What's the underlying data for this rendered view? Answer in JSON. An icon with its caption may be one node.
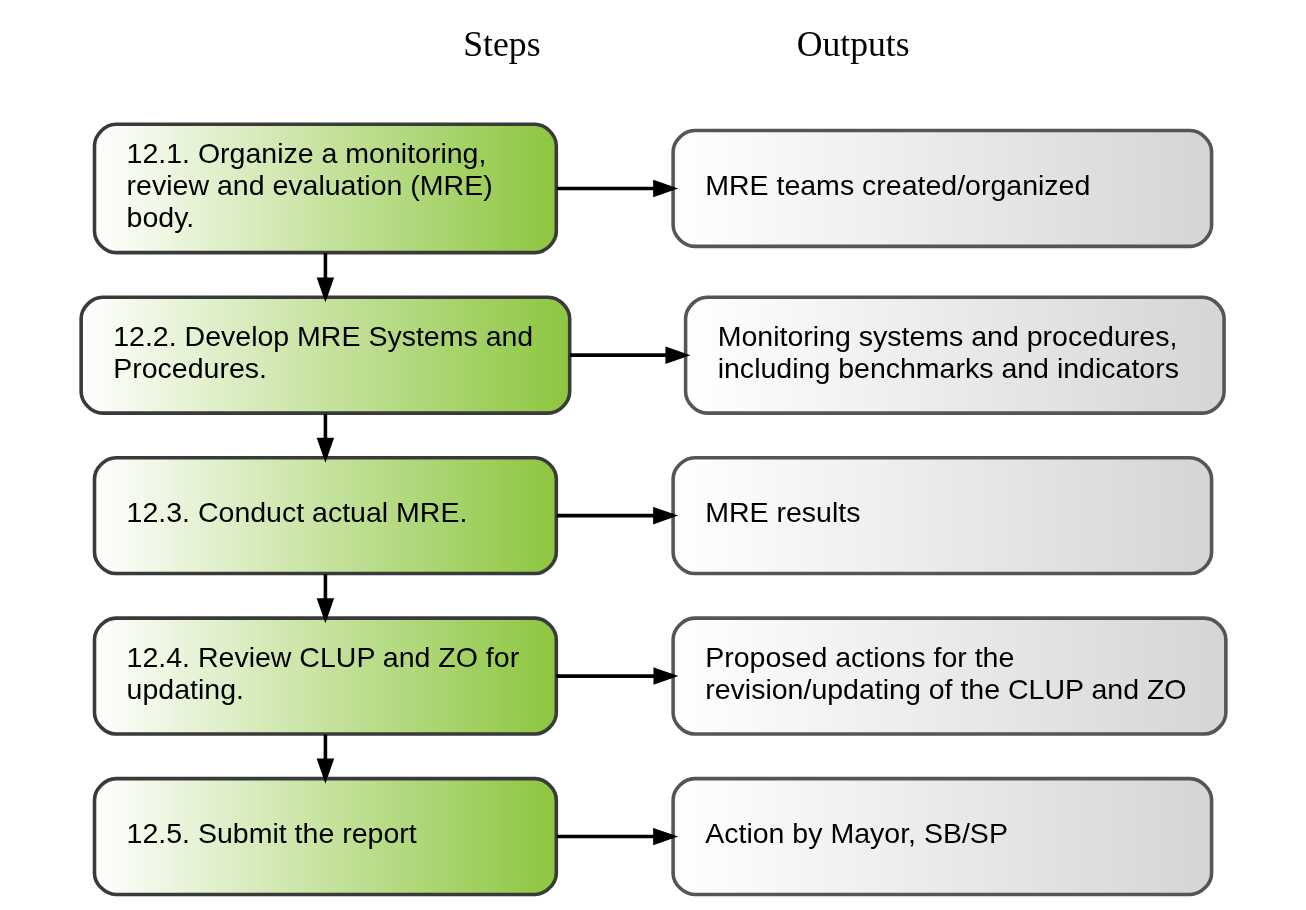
{
  "diagram": {
    "nodes": [
      {
        "text": [
          "12.1. Organize a monitoring, review and evaluation (MRE) body."
        ]
      },
      {
        "text": [
          "12.2. Develop MRE Systems and Procedures."
        ]
      },
      {
        "text": [
          "12.3. Conduct actual MRE."
        ]
      },
      {
        "text": [
          "12.4. Review CLUP and ZO for updating."
        ]
      },
      {
        "text": [
          "12.5. Submit the report"
        ]
      },
      {
        "text": [
          "MRE teams created/organized"
        ]
      },
      {
        "text": [
          "Monitoring systems and procedures, including benchmarks and indicators"
        ]
      },
      {
        "text": [
          "MRE results"
        ]
      },
      {
        "text": [
          "Proposed actions for the revision/updating of the CLUP and ZO"
        ]
      },
      {
        "text": [
          "Action by Mayor, SB/SP"
        ]
      }
    ],
    "edges": [
      {
        "from": 0,
        "to": 1,
        "arrow": "to"
      },
      {
        "from": 1,
        "to": 2,
        "arrow": "to"
      },
      {
        "from": 2,
        "to": 3,
        "arrow": "to"
      },
      {
        "from": 3,
        "to": 4,
        "arrow": "to"
      },
      {
        "from": 0,
        "to": 5,
        "arrow": "to"
      },
      {
        "from": 1,
        "to": 6,
        "arrow": "to"
      },
      {
        "from": 2,
        "to": 7,
        "arrow": "to"
      },
      {
        "from": 3,
        "to": 8,
        "arrow": "to"
      },
      {
        "from": 4,
        "to": 9,
        "arrow": "to"
      }
    ],
    "labels": [
      "Steps",
      "Outputs"
    ]
  }
}
